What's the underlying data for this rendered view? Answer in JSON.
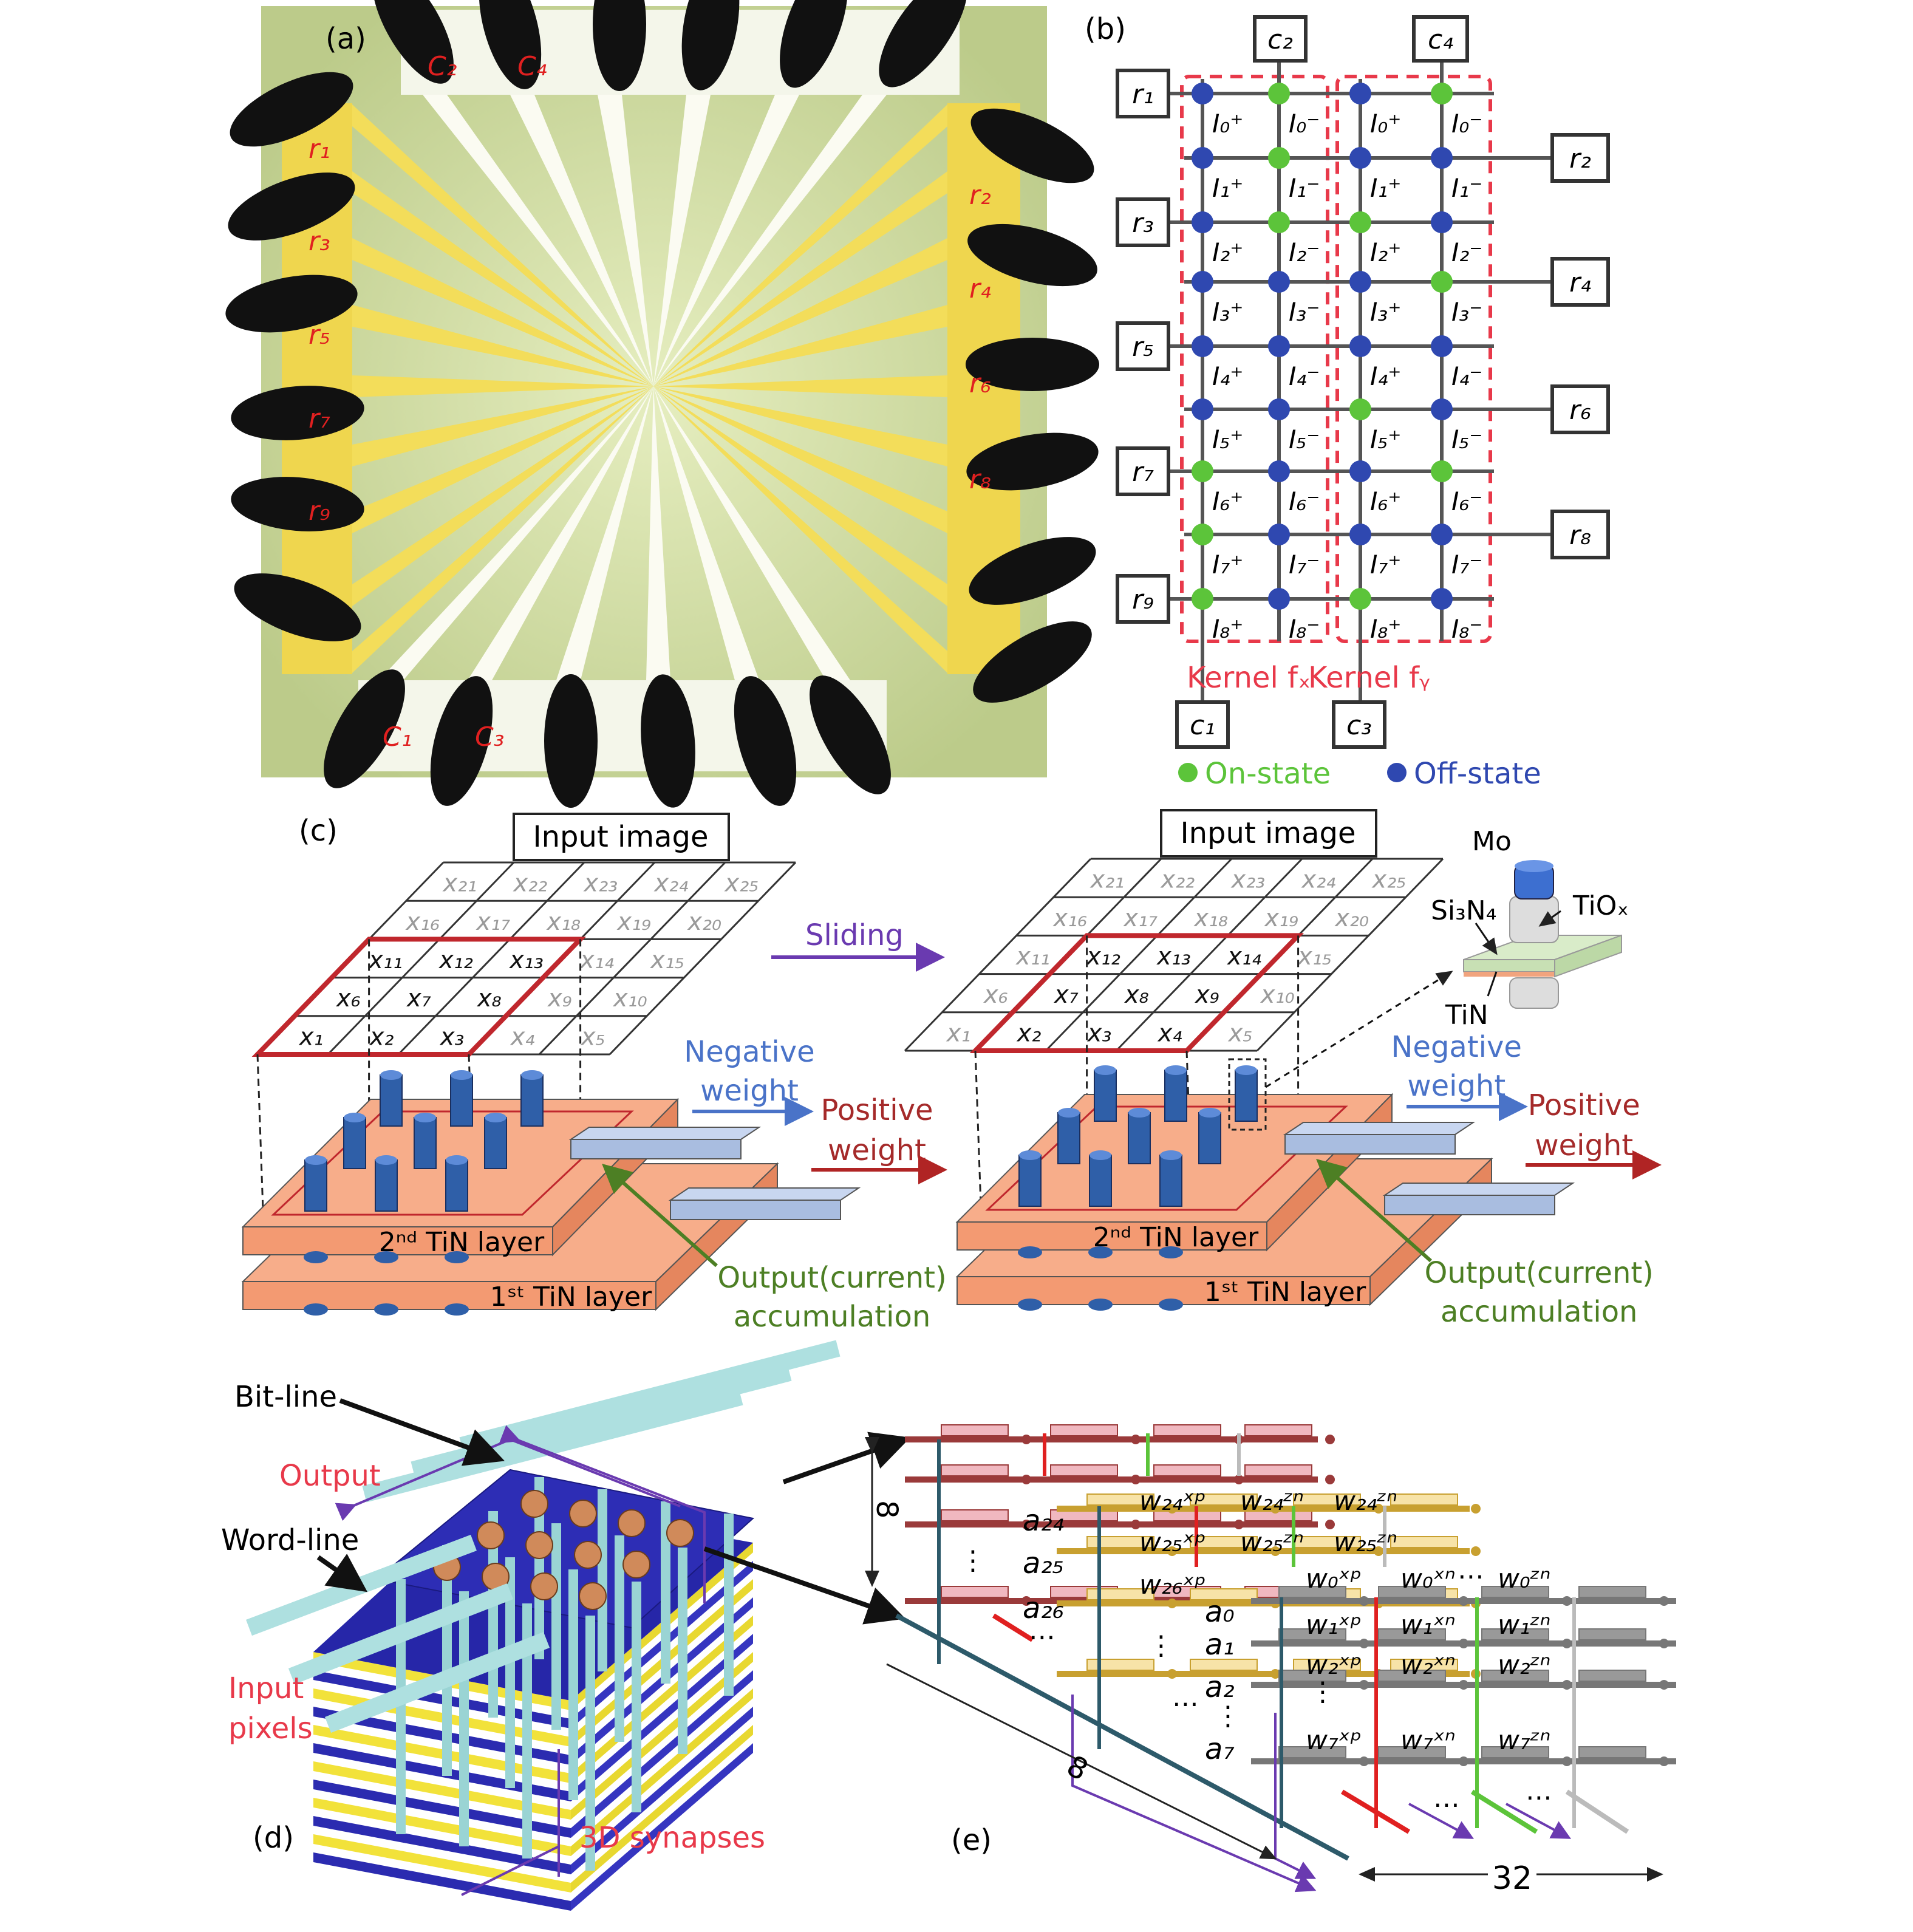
{
  "panels": {
    "a": "(a)",
    "b": "(b)",
    "c": "(c)",
    "d": "(d)",
    "e": "(e)"
  },
  "panel_a": {
    "pads": [
      {
        "id": "C2",
        "text": "C₂"
      },
      {
        "id": "C4",
        "text": "C₄"
      },
      {
        "id": "r1",
        "text": "r₁"
      },
      {
        "id": "r3",
        "text": "r₃"
      },
      {
        "id": "r5",
        "text": "r₅"
      },
      {
        "id": "r7",
        "text": "r₇"
      },
      {
        "id": "r9",
        "text": "r₉"
      },
      {
        "id": "r2",
        "text": "r₂"
      },
      {
        "id": "r4",
        "text": "r₄"
      },
      {
        "id": "r6",
        "text": "r₆"
      },
      {
        "id": "r8",
        "text": "r₈"
      },
      {
        "id": "C1",
        "text": "C₁"
      },
      {
        "id": "C3",
        "text": "C₃"
      }
    ]
  },
  "panel_b": {
    "left_rows": [
      "r₁",
      "r₃",
      "r₅",
      "r₇",
      "r₉"
    ],
    "right_rows": [
      "r₂",
      "r₄",
      "r₆",
      "r₈"
    ],
    "top_cols": [
      "c₂",
      "c₄"
    ],
    "bottom_cols": [
      "c₁",
      "c₃"
    ],
    "cell_labels_pos": [
      "I₀⁺",
      "I₁⁺",
      "I₂⁺",
      "I₃⁺",
      "I₄⁺",
      "I₅⁺",
      "I₆⁺",
      "I₇⁺",
      "I₈⁺"
    ],
    "cell_labels_neg": [
      "I₀⁻",
      "I₁⁻",
      "I₂⁻",
      "I₃⁻",
      "I₄⁻",
      "I₅⁻",
      "I₆⁻",
      "I₇⁻",
      "I₈⁻"
    ],
    "states": [
      [
        "off",
        "on",
        "off",
        "on"
      ],
      [
        "off",
        "on",
        "off",
        "off"
      ],
      [
        "off",
        "on",
        "on",
        "off"
      ],
      [
        "off",
        "off",
        "off",
        "on"
      ],
      [
        "off",
        "off",
        "off",
        "off"
      ],
      [
        "off",
        "off",
        "on",
        "off"
      ],
      [
        "on",
        "off",
        "off",
        "on"
      ],
      [
        "on",
        "off",
        "off",
        "off"
      ],
      [
        "on",
        "off",
        "on",
        "off"
      ]
    ],
    "kernel_x": "Kernel fₓ",
    "kernel_y": "Kernel fᵧ",
    "legend_on": "On-state",
    "legend_off": "Off-state",
    "colors": {
      "on": "#5cc43a",
      "off": "#2f48b0",
      "kernel": "#e8394a"
    }
  },
  "panel_c": {
    "input_image": "Input image",
    "sliding": "Sliding",
    "grid": [
      [
        "x₁",
        "x₂",
        "x₃",
        "x₄",
        "x₅"
      ],
      [
        "x₆",
        "x₇",
        "x₈",
        "x₉",
        "x₁₀"
      ],
      [
        "x₁₁",
        "x₁₂",
        "x₁₃",
        "x₁₄",
        "x₁₅"
      ],
      [
        "x₁₆",
        "x₁₇",
        "x₁₈",
        "x₁₉",
        "x₂₀"
      ],
      [
        "x₂₁",
        "x₂₂",
        "x₂₃",
        "x₂₄",
        "x₂₅"
      ]
    ],
    "left_window_start_col": 0,
    "right_window_start_col": 1,
    "negative_weight_1": "Negative",
    "negative_weight_2": "weight",
    "positive_weight_1": "Positive",
    "positive_weight_2": "weight",
    "layer2": "2ⁿᵈ TiN layer",
    "layer1": "1ˢᵗ TiN layer",
    "output_1": "Output(current)",
    "output_2": "accumulation",
    "device": {
      "mo": "Mo",
      "tiox": "TiOₓ",
      "si3n4": "Si₃N₄",
      "tin": "TiN"
    }
  },
  "panel_d": {
    "bit_line": "Bit-line",
    "output": "Output",
    "word_line": "Word-line",
    "input_1": "Input",
    "input_2": "pixels",
    "synapses": "3D synapses"
  },
  "panel_e": {
    "a_top": [
      "a₂₄",
      "a₂₅",
      "a₂₆"
    ],
    "a_front": [
      "a₀",
      "a₁",
      "a₂",
      "a₇"
    ],
    "w_mid": [
      [
        "w₂₄ˣᵖ",
        "w₂₄ᶻⁿ",
        "w₂₄ᶻⁿ"
      ],
      [
        "w₂₅ˣᵖ",
        "w₂₅ᶻⁿ",
        "w₂₅ᶻⁿ"
      ],
      [
        "w₂₆ˣᵖ"
      ]
    ],
    "w_front": [
      [
        "w₀ˣᵖ",
        "w₀ˣⁿ",
        "w₀ᶻⁿ"
      ],
      [
        "w₁ˣᵖ",
        "w₁ˣⁿ",
        "w₁ᶻⁿ"
      ],
      [
        "w₂ˣᵖ",
        "w₂ˣⁿ",
        "w₂ᶻⁿ"
      ],
      [
        "w₇ˣᵖ",
        "w₇ˣⁿ",
        "w₇ᶻⁿ"
      ]
    ],
    "dim_vertical": "8",
    "dim_diagonal": "8",
    "dim_horizontal": "32",
    "ellipsis": "⋯",
    "vdots": "⋮"
  }
}
